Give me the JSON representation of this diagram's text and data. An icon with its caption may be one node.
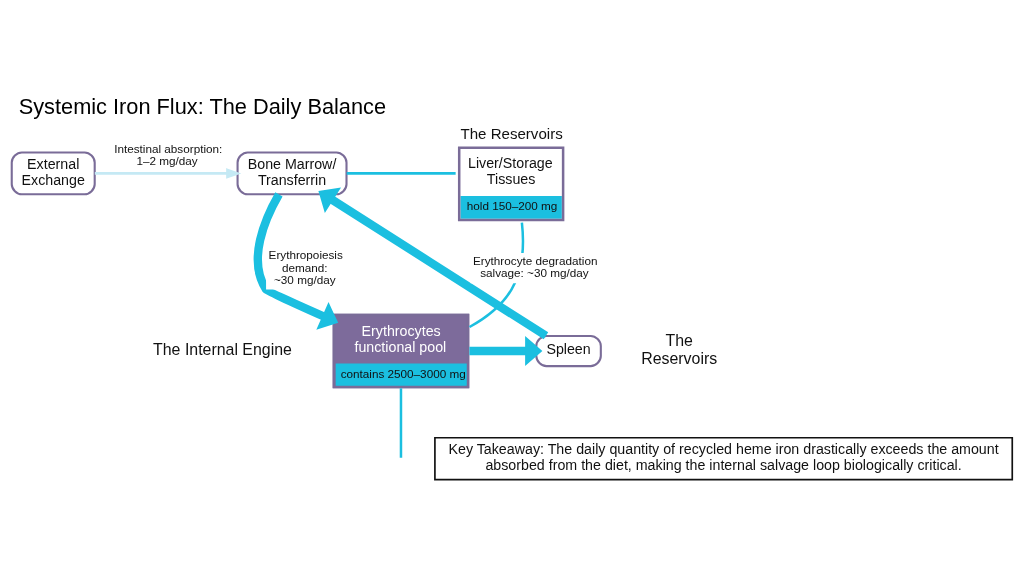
{
  "diagram": {
    "title": "Systemic Iron Flux: The Daily Balance",
    "nodes": [
      {
        "text": [
          "External Exchange"
        ]
      },
      {
        "text": [
          "Bone Marrow/ Transferrin"
        ]
      },
      {
        "text": [
          "The Reservoirs",
          "Liver/Storage Tissues",
          "hold 150–200 mg"
        ]
      },
      {
        "text": [
          "Erythrocytes functional pool",
          "contains 2500–3000 mg"
        ]
      },
      {
        "text": [
          "Spleen"
        ]
      },
      {
        "text": [
          "Key Takeaway: The daily quantity of recycled heme iron drastically exceeds the amount absorbed from the diet, making the internal salvage loop biologically critical."
        ]
      }
    ],
    "edges": [
      {
        "from": 0,
        "to": 1,
        "arrow": "to",
        "label": "Intestinal absorption: 1–2 mg/day",
        "color": "#c5e9f4"
      },
      {
        "from": 1,
        "to": 3,
        "arrow": "to",
        "label": "Erythropoiesis demand: ~30 mg/day",
        "style": "thick"
      },
      {
        "from": 3,
        "to": 4,
        "arrow": "to",
        "style": "thick"
      },
      {
        "from": 4,
        "to": 1,
        "arrow": "to",
        "label": "Erythrocyte degradation salvage: ~30 mg/day",
        "style": "thick"
      },
      {
        "from": 1,
        "to": 2,
        "arrow": "none"
      },
      {
        "from": 2,
        "to": 3,
        "arrow": "none"
      },
      {
        "from": 3,
        "to": null,
        "arrow": "none"
      }
    ],
    "labels": [
      "The Internal Engine",
      "The Reservoirs"
    ]
  }
}
